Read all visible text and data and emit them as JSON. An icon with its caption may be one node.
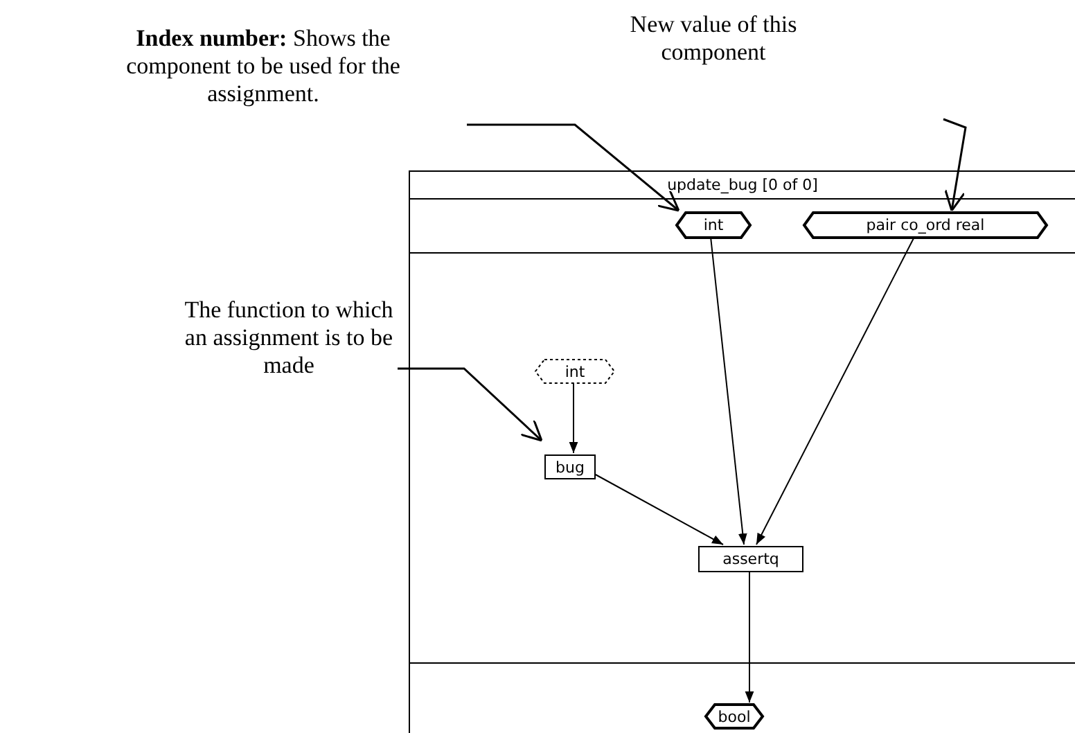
{
  "diagram": {
    "nodes": [
      {
        "text": [
          "update_bug [0 of 0]"
        ]
      },
      {
        "text": [
          "int"
        ],
        "in": 0
      },
      {
        "text": [
          "pair co_ord real"
        ],
        "in": 0
      },
      {
        "text": [
          "int"
        ],
        "in": 0
      },
      {
        "text": [
          "bug"
        ],
        "in": 0
      },
      {
        "text": [
          "assertq"
        ],
        "in": 0
      },
      {
        "text": [
          "bool"
        ],
        "in": 0
      },
      {
        "text": [
          "**Index number:** Shows the component to be used for the assignment."
        ]
      },
      {
        "text": [
          "New value of this component"
        ]
      },
      {
        "text": [
          "The function to which an assignment is to be made"
        ]
      }
    ],
    "edges": [
      {
        "from": 3,
        "to": 4,
        "arrow": "to"
      },
      {
        "from": 1,
        "to": 5,
        "arrow": "to"
      },
      {
        "from": 2,
        "to": 5,
        "arrow": "to"
      },
      {
        "from": 4,
        "to": 5,
        "arrow": "to"
      },
      {
        "from": 5,
        "to": 6,
        "arrow": "to"
      },
      {
        "from": 7,
        "to": 1,
        "arrow": "to"
      },
      {
        "from": null,
        "to": 2,
        "arrow": "to"
      },
      {
        "from": 9,
        "to": 4,
        "arrow": "to"
      }
    ]
  }
}
